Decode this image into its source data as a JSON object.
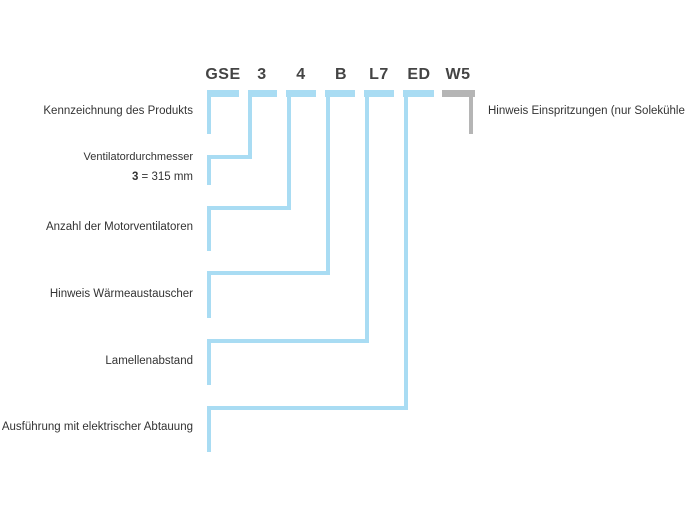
{
  "codes": [
    "GSE",
    "3",
    "4",
    "B",
    "L7",
    "ED",
    "W5"
  ],
  "labels": {
    "product": "Kennzeichnung des Produkts",
    "fan_diameter": "Ventilatordurchmesser",
    "fan_diameter_value_key": "3",
    "fan_diameter_value_text": "= 315 mm",
    "motor_fans": "Anzahl der Motorventilatoren",
    "heat_exchanger": "Hinweis Wärmeaustauscher",
    "fin_spacing": "Lamellenabstand",
    "electric_defrost": "Ausführung mit elektrischer Abtauung",
    "injection_note": "Hinweis Einspritzungen (nur Solekühler)"
  },
  "colors": {
    "blue": "#a9dcf3",
    "grey": "#b5b5b5"
  }
}
